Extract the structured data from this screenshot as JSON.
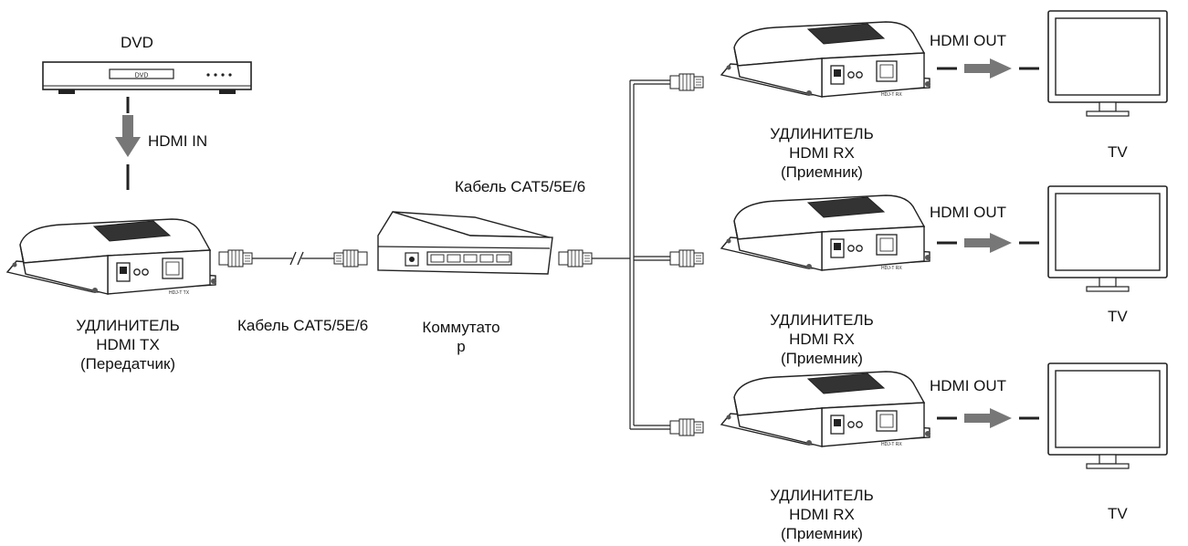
{
  "dvd": {
    "label": "DVD",
    "display_text": "DVD"
  },
  "hdmi_in": {
    "label": "HDMI IN"
  },
  "transmitter": {
    "line1": "УДЛИНИТЕЛЬ",
    "line2": "HDMI TX",
    "line3": "(Передатчик)",
    "panel_text": "HDJ-T TX"
  },
  "cable_left": {
    "label": "Кабель CAT5/5E/6"
  },
  "cable_top": {
    "label": "Кабель CAT5/5E/6"
  },
  "switch": {
    "line1": "Коммутато",
    "line2": "р"
  },
  "receivers": [
    {
      "line1": "УДЛИНИТЕЛЬ",
      "line2": "HDMI RX",
      "line3": "(Приемник)",
      "panel_text": "HDJ-T RX"
    },
    {
      "line1": "УДЛИНИТЕЛЬ",
      "line2": "HDMI RX",
      "line3": "(Приемник)",
      "panel_text": "HDJ-T RX"
    },
    {
      "line1": "УДЛИНИТЕЛЬ",
      "line2": "HDMI RX",
      "line3": "(Приемник)",
      "panel_text": "HDJ-T RX"
    }
  ],
  "hdmi_out": [
    {
      "label": "HDMI OUT"
    },
    {
      "label": "HDMI OUT"
    },
    {
      "label": "HDMI OUT"
    }
  ],
  "tvs": [
    {
      "label": "TV"
    },
    {
      "label": "TV"
    },
    {
      "label": "TV"
    }
  ],
  "colors": {
    "line": "#222222",
    "arrow": "#777777",
    "device_fill": "#ffffff"
  }
}
